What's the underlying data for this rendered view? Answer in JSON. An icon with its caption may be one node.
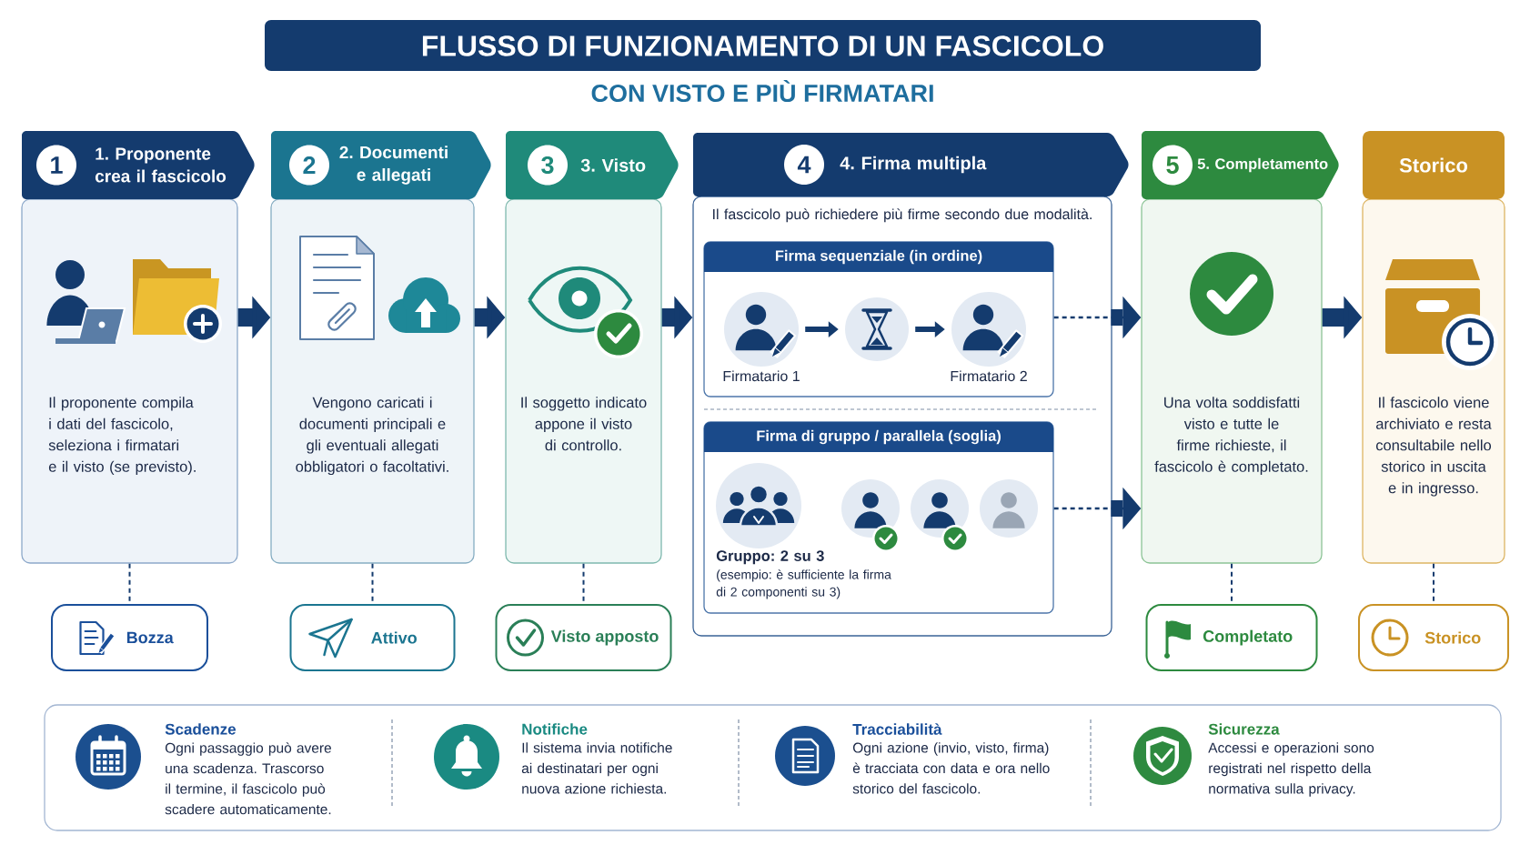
{
  "diagram": {
    "title": "FLUSSO DI FUNZIONAMENTO DI UN FASCICOLO",
    "nodes": [
      {
        "text": [
          "1",
          "1. Proponente crea il fascicolo",
          "Il proponente compila i dati del fascicolo, seleziona i firmatari e il visto (se previsto)."
        ]
      },
      {
        "text": [
          "2",
          "2. Documenti e allegati",
          "Vengono caricati i documenti principali e gli eventuali allegati obbligatori o facoltativi."
        ]
      },
      {
        "text": [
          "3",
          "3. Visto",
          "Il soggetto indicato appone il visto di controllo."
        ]
      },
      {
        "text": [
          "4",
          "4. Firma multipla",
          "Il fascicolo può richiedere più firme secondo due modalità."
        ]
      },
      {
        "text": [
          "Firma sequenziale (in ordine)"
        ],
        "in": 3
      },
      {
        "text": [],
        "shape": "circle",
        "beside": [
          "Firmatario 1"
        ],
        "in": 4
      },
      {
        "text": [],
        "shape": "circle",
        "in": 4
      },
      {
        "text": [],
        "shape": "circle",
        "beside": [
          "Firmatario 2"
        ],
        "in": 4
      },
      {
        "text": [
          "Firma di gruppo / parallela (soglia)",
          "Gruppo: 2 su 3",
          "(esempio: è sufficiente la firma di 2 componenti su 3)"
        ],
        "in": 3
      },
      {
        "text": [
          "5",
          "5. Completamento",
          "Una volta soddisfatti visto e tutte le firme richieste, il fascicolo è completato."
        ]
      },
      {
        "text": [
          "Storico",
          "Il fascicolo viene archiviato e resta consultabile nello storico in uscita e in ingresso."
        ]
      },
      {
        "text": [
          "Bozza"
        ]
      },
      {
        "text": [
          "Attivo"
        ]
      },
      {
        "text": [
          "Visto apposto"
        ]
      },
      {
        "text": [
          "Completato"
        ]
      },
      {
        "text": [
          "Storico"
        ]
      },
      {
        "text": [
          "Scadenze",
          "Ogni passaggio può avere una scadenza. Trascorso il termine, il fascicolo può scadere automaticamente.",
          "Notifiche",
          "Il sistema invia notifiche ai destinatari per ogni nuova azione richiesta.",
          "Tracciabilità",
          "Ogni azione (invio, visto, firma) è tracciata con data e ora nello storico del fascicolo.",
          "Sicurezza",
          "Accessi e operazioni sono registrati nel rispetto della normativa sulla privacy."
        ]
      }
    ],
    "edges": [
      {
        "from": 0,
        "to": 1,
        "arrow": "to",
        "style": "thick"
      },
      {
        "from": 1,
        "to": 2,
        "arrow": "to",
        "style": "thick"
      },
      {
        "from": 2,
        "to": 3,
        "arrow": "to",
        "style": "thick"
      },
      {
        "from": 5,
        "to": 6,
        "arrow": "to",
        "style": "thick"
      },
      {
        "from": 6,
        "to": 7,
        "arrow": "to",
        "style": "thick"
      },
      {
        "from": 4,
        "to": 9,
        "arrow": "to",
        "style": "dashed"
      },
      {
        "from": 8,
        "to": 9,
        "arrow": "to",
        "style": "dashed"
      },
      {
        "from": 9,
        "to": 10,
        "arrow": "to",
        "style": "thick"
      },
      {
        "from": 0,
        "to": 11,
        "arrow": "none",
        "style": "dashed"
      },
      {
        "from": 1,
        "to": 12,
        "arrow": "none",
        "style": "dashed"
      },
      {
        "from": 2,
        "to": 13,
        "arrow": "none",
        "style": "dashed"
      },
      {
        "from": 9,
        "to": 14,
        "arrow": "none",
        "style": "dashed"
      },
      {
        "from": 10,
        "to": 15,
        "arrow": "none",
        "style": "dashed"
      }
    ],
    "labels": [
      "CON VISTO E PIÙ FIRMATARI"
    ]
  }
}
